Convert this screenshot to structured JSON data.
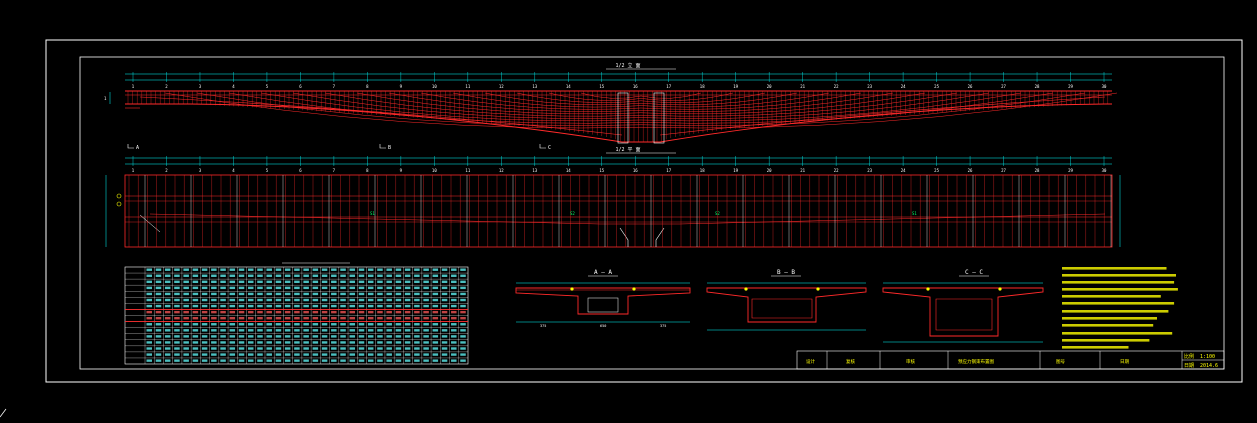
{
  "drawing": {
    "elevation_title": "1/2 立 面",
    "plan_title": "1/2 平 面",
    "section_a_label": "A — A",
    "section_b_label": "B — B",
    "section_c_label": "C — C",
    "cut_marks": [
      "A",
      "B",
      "C"
    ],
    "pier_numbers": [
      "1",
      "2",
      "3",
      "4",
      "5",
      "6",
      "7",
      "8",
      "9",
      "10",
      "11",
      "12",
      "13",
      "14",
      "15",
      "16",
      "17",
      "18",
      "19",
      "20",
      "21",
      "22",
      "23",
      "24",
      "25",
      "26",
      "27",
      "28",
      "29",
      "30"
    ],
    "title_block": {
      "scale_label": "比例",
      "scale_value": "1:100",
      "date_label": "日期",
      "date_value": "2014.6",
      "cells": [
        "设计",
        "复核",
        "审核",
        "预应力钢束布置图",
        "图号",
        "日期"
      ]
    }
  },
  "colors": {
    "background": "#000000",
    "frame": "#ffffff",
    "structure": "#ff2a2a",
    "dimension": "#00ffff",
    "text": "#ffffff",
    "note": "#ffff00",
    "grid": "#00ff66"
  }
}
